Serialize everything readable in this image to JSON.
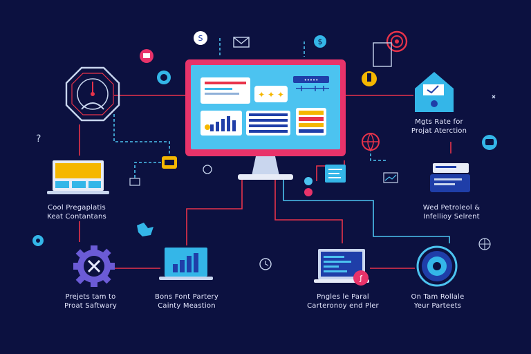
{
  "colors": {
    "background": "#0c1140",
    "accent_red": "#e8334a",
    "accent_blue": "#34b6e8",
    "accent_yellow": "#f5b700",
    "monitor_frame": "#e8336a",
    "screen": "#4cc3f0",
    "text": "#e6e9ff"
  },
  "labels": {
    "top_left": "Cool Pregaplatis\nKeat Contantans",
    "top_right": "Mgts Rate for\nProjat Aterction",
    "mid_right": "Wed Petroleol &\nInfellioy Selrent",
    "bottom_left": "Prejets tam to\nProat Saftwary",
    "bottom_center_left": "Bons Font Partery\nCainty Meastion",
    "bottom_center_right": "Pngles le Paral\nCarteronoy end Pler",
    "bottom_right": "On Tam Rollale\nYeur Parteets"
  },
  "screen": {
    "search_button": "•••••"
  },
  "icons": [
    "analog-gauge-icon",
    "laptop-icon",
    "gear-tools-icon",
    "bar-chart-laptop-icon",
    "code-laptop-icon",
    "settings-circle-icon",
    "house-envelope-icon",
    "server-stack-icon",
    "envelope-icon",
    "dollar-icon",
    "globe-icon",
    "target-icon",
    "puzzle-icon",
    "question-icon"
  ]
}
